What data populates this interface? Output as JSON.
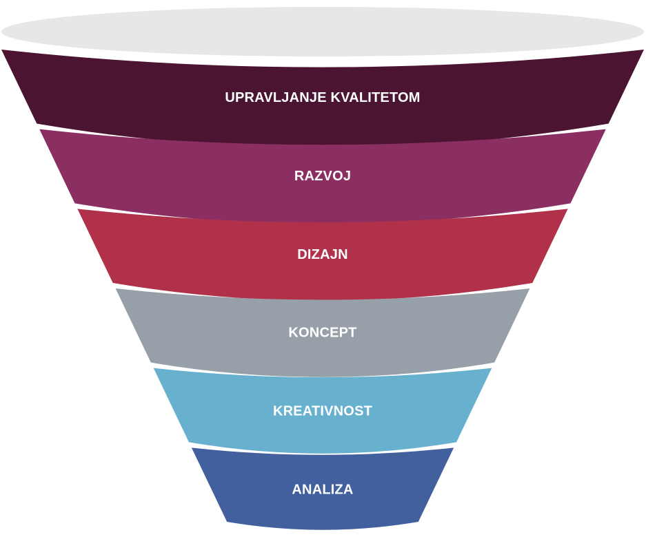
{
  "funnel": {
    "rim_color": "#e6e7e9",
    "stages": [
      {
        "label": "UPRAVLJANJE KVALITETOM",
        "color": "#4b1431"
      },
      {
        "label": "RAZVOJ",
        "color": "#8b2e62"
      },
      {
        "label": "DIZAJN",
        "color": "#b1314a"
      },
      {
        "label": "KONCEPT",
        "color": "#979fa8"
      },
      {
        "label": "KREATIVNOST",
        "color": "#67b1cf"
      },
      {
        "label": "ANALIZA",
        "color": "#42609e"
      }
    ]
  }
}
